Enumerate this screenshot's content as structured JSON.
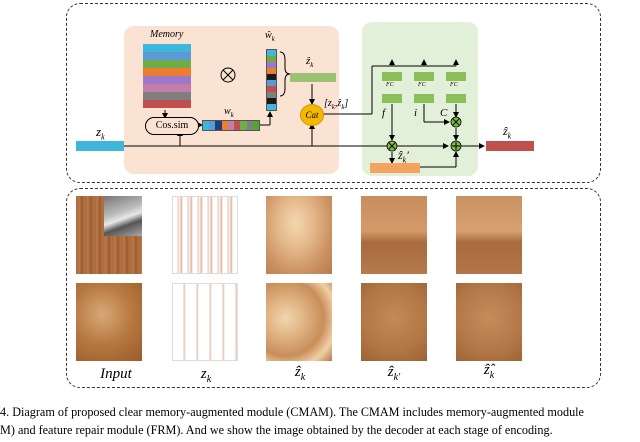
{
  "diagram": {
    "memory_label": "Memory",
    "cos_sim_label": "Cos.sim",
    "w_label": "w",
    "w_sub": "k",
    "w_hat_label": "ŵ",
    "w_hat_sub": "k",
    "z_hat_label": "ẑ",
    "z_hat_sub": "k",
    "cat_label": "Cat",
    "concat_label": "[z",
    "concat_k": "k",
    "concat_mid": ",ẑ",
    "concat_end": "]",
    "fc_label": "FC",
    "f_label": "f",
    "i_label": "i",
    "c_label": "C",
    "z_label": "z",
    "z_sub": "k",
    "z_hat_prime_label": "ẑ",
    "z_hat_prime_sub": "k",
    "z_hat_prime_mark": "′",
    "output_label": "ẑ",
    "output_sub": "k",
    "memory_colors": [
      "#3fb7dc",
      "#5b9bd5",
      "#70ad47",
      "#ed7d31",
      "#9e78c8",
      "#c27ea8",
      "#7f7f7f",
      "#c0504d"
    ],
    "vector_colors": [
      "#3fb7dc",
      "#5b9bd5",
      "#1f3d7a",
      "#ed7d31",
      "#c27ea8",
      "#c0504d",
      "#70ad47",
      "#7f7f7f",
      "#4ea72e"
    ],
    "what_colors": [
      "#3fb7dc",
      "#70ad47",
      "#9e78c8",
      "#ed7d31",
      "#1a1a1a",
      "#5b9bd5",
      "#c0504d",
      "#7f7f7f",
      "#1a1a1a",
      "#3fb7dc"
    ]
  },
  "columns": [
    {
      "label": "Input",
      "sub": ""
    },
    {
      "label": "z",
      "sub": "k"
    },
    {
      "label": "ẑ",
      "sub": "k"
    },
    {
      "label": "ẑ",
      "sub": "k′"
    },
    {
      "label": "ẑ̂",
      "sub": "k"
    }
  ],
  "caption": {
    "line1": "4. Diagram of proposed clear memory-augmented module (CMAM). The CMAM includes memory-augmented module",
    "line2": "M) and feature repair module (FRM). And we show the image obtained by the decoder at each stage of encoding."
  }
}
